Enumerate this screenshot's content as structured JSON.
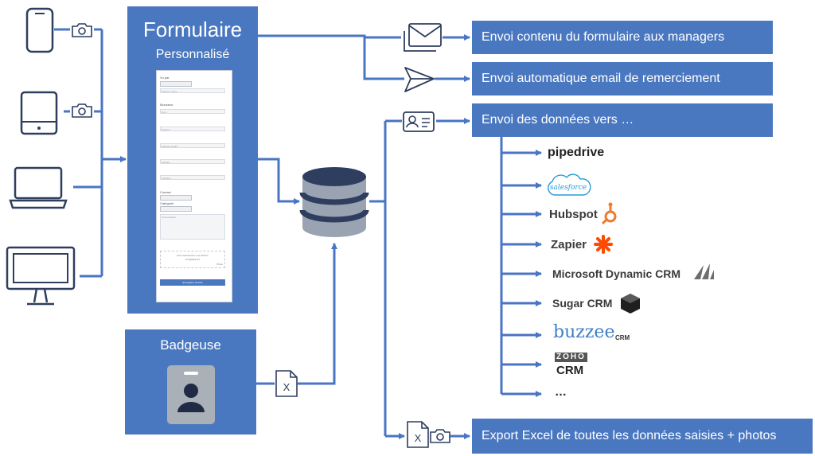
{
  "form": {
    "title": "Formulaire",
    "subtitle": "Personnalisé"
  },
  "form_mock": {
    "f1_label": "Vu par",
    "f1_placeholder": "Prénom / Nom",
    "f2_label": "Monsieur",
    "f3": "Nom",
    "f4": "Prénom",
    "f5": "Adresse email *",
    "f6": "Société",
    "f7": "Fonction",
    "contact_label": "Contact",
    "category_label": "Catégorie",
    "comment": "Commentaire",
    "drop_line1": "Pour sélectionner vos fichiers",
    "drop_line2": "CLIQUEZ ICI",
    "drop_corner": "Photo",
    "submit": "Enregistrer la fiche"
  },
  "badgeuse": {
    "title": "Badgeuse"
  },
  "destinations": {
    "managers": "Envoi contenu du formulaire aux managers",
    "thanks": "Envoi automatique email de remerciement",
    "data": "Envoi des données vers …",
    "export": "Export Excel de toutes les données saisies + photos"
  },
  "crm": {
    "pipedrive": "pipedrive",
    "salesforce": "salesforce",
    "hubspot": "Hubspot",
    "zapier": "Zapier",
    "microsoft": "Microsoft Dynamic CRM",
    "sugar": "Sugar CRM",
    "buzzee": "buzzee",
    "buzzee_sub": "CRM",
    "zoho": "ZOHO",
    "zoho_sub": "CRM",
    "more": "…"
  },
  "icons": {
    "excel_letter": "X"
  },
  "colors": {
    "box": "#4a78c0",
    "line": "#4a74c4",
    "device": "#2f3e5f",
    "database": "#2f3e5f",
    "badge_card": "#aab0b8",
    "hubspot": "#f2792b",
    "zapier": "#ff4a00",
    "salesforce": "#2a9bd7",
    "buzzee": "#3f7fc8"
  }
}
